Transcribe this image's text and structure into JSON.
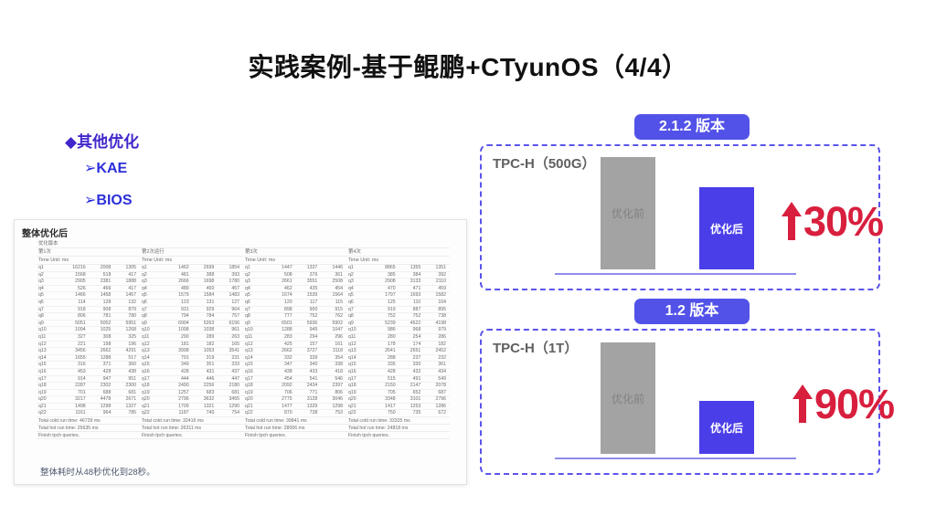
{
  "slide": {
    "title": "实践案例-基于鲲鹏+CTyunOS（4/4）",
    "bullets": {
      "heading": "◆其他优化",
      "items": [
        "➢KAE",
        "➢BIOS"
      ]
    }
  },
  "colors": {
    "accent_heading": "#4226cb",
    "accent_item": "#2b2fd9",
    "badge_bg": "#5352e8",
    "card_border": "#5b54ea",
    "bar_before": "#a3a3a3",
    "bar_after": "#4a3ee8",
    "axis": "#8f8cea",
    "percent_red": "#d81f3e"
  },
  "table": {
    "title": "整体优化后",
    "corner_label": "优化版本",
    "unit_label": "Time Unit: ms",
    "note": "整体耗时从48秒优化到28秒。",
    "row_labels": [
      "q1",
      "q2",
      "q3",
      "q4",
      "q5",
      "q6",
      "q7",
      "q8",
      "q9",
      "q10",
      "q11",
      "q12",
      "q13",
      "q14",
      "q15",
      "q16",
      "q17",
      "q18",
      "q19",
      "q20",
      "q21",
      "q22"
    ],
    "groups": [
      {
        "name": "第1次",
        "values": [
          [
            16216,
            2008,
            1305
          ],
          [
            1568,
            518,
            417
          ],
          [
            2905,
            2381,
            1888
          ],
          [
            526,
            466,
            417
          ],
          [
            1466,
            1458,
            1457
          ],
          [
            114,
            128,
            132
          ],
          [
            918,
            908,
            879
          ],
          [
            806,
            781,
            780
          ],
          [
            5051,
            5052,
            5951
          ],
          [
            1094,
            1025,
            1268
          ],
          [
            327,
            308,
            325
          ],
          [
            221,
            198,
            196
          ],
          [
            3456,
            2662,
            4291
          ],
          [
            1655,
            1288,
            517
          ],
          [
            316,
            371,
            360
          ],
          [
            453,
            428,
            438
          ],
          [
            914,
            947,
            951
          ],
          [
            2287,
            2302,
            2300
          ],
          [
            701,
            688,
            681
          ],
          [
            3217,
            4478,
            2671
          ],
          [
            1498,
            1298,
            1327
          ],
          [
            1161,
            964,
            785
          ]
        ],
        "totals": [
          "Total cold run time: 46729 ms",
          "Total hot run time: 25635 ms",
          "Finish tpch queries."
        ]
      },
      {
        "name": "第2次运行",
        "values": [
          [
            1462,
            2699,
            1854
          ],
          [
            481,
            388,
            393
          ],
          [
            2666,
            1698,
            1780
          ],
          [
            489,
            460,
            457
          ],
          [
            1579,
            1584,
            1483
          ],
          [
            123,
            131,
            127
          ],
          [
            931,
            929,
            964
          ],
          [
            794,
            784,
            757
          ],
          [
            6904,
            5263,
            6156
          ],
          [
            1098,
            1038,
            961
          ],
          [
            290,
            289,
            263
          ],
          [
            181,
            182,
            165
          ],
          [
            3998,
            1053,
            3541
          ],
          [
            791,
            319,
            231
          ],
          [
            349,
            351,
            333
          ],
          [
            428,
            431,
            437
          ],
          [
            444,
            446,
            447
          ],
          [
            2490,
            2256,
            2180
          ],
          [
            1257,
            683,
            681
          ],
          [
            2796,
            3632,
            3455
          ],
          [
            1709,
            1321,
            1290
          ],
          [
            1187,
            740,
            754
          ]
        ],
        "totals": [
          "Total cold run time: 32416 ms",
          "Total hot run time: 26311 ms",
          "Finish tpch queries."
        ]
      },
      {
        "name": "第3次",
        "values": [
          [
            1447,
            1337,
            1446
          ],
          [
            508,
            376,
            361
          ],
          [
            2661,
            3551,
            2508
          ],
          [
            462,
            435,
            454
          ],
          [
            1674,
            1539,
            1564
          ],
          [
            120,
            117,
            115
          ],
          [
            898,
            900,
            915
          ],
          [
            777,
            752,
            762
          ],
          [
            6501,
            5936,
            5902
          ],
          [
            1288,
            945,
            1047
          ],
          [
            283,
            294,
            296
          ],
          [
            425,
            157,
            161
          ],
          [
            2662,
            3727,
            3118
          ],
          [
            332,
            339,
            354
          ],
          [
            347,
            340,
            338
          ],
          [
            438,
            433,
            418
          ],
          [
            454,
            541,
            546
          ],
          [
            2092,
            2434,
            2397
          ],
          [
            706,
            771,
            806
          ],
          [
            2775,
            3128,
            3046
          ],
          [
            1477,
            1329,
            1298
          ],
          [
            870,
            738,
            753
          ]
        ],
        "totals": [
          "Total cold run time: 39841 ms",
          "Total hot run time: 28006 ms",
          "Finish tpch queries."
        ]
      },
      {
        "name": "第4次",
        "values": [
          [
            8865,
            1355,
            1351
          ],
          [
            385,
            384,
            392
          ],
          [
            2908,
            3133,
            2110
          ],
          [
            470,
            471,
            459
          ],
          [
            1797,
            1693,
            1582
          ],
          [
            125,
            110,
            104
          ],
          [
            919,
            887,
            895
          ],
          [
            752,
            752,
            738
          ],
          [
            5239,
            4522,
            4198
          ],
          [
            986,
            968,
            979
          ],
          [
            280,
            254,
            286
          ],
          [
            178,
            174,
            182
          ],
          [
            2641,
            2651,
            2452
          ],
          [
            288,
            237,
            232
          ],
          [
            335,
            330,
            361
          ],
          [
            428,
            432,
            434
          ],
          [
            515,
            491,
            549
          ],
          [
            2150,
            2147,
            2078
          ],
          [
            705,
            652,
            687
          ],
          [
            3348,
            3101,
            2796
          ],
          [
            1417,
            1253,
            1286
          ],
          [
            750,
            735,
            672
          ]
        ],
        "totals": [
          "Total cold run time: 33325 ms",
          "Total hot run time: 24818 ms",
          "Finish tpch queries."
        ]
      }
    ]
  },
  "chart_data": [
    {
      "type": "bar",
      "title": "TPC-H（500G）",
      "version_badge": "2.1.2 版本",
      "categories": [
        "优化前",
        "优化后"
      ],
      "values": [
        123,
        90
      ],
      "value_unit": "relative bar height (px)",
      "annotation": "↑30%",
      "percent_label": "30%",
      "legend_position": "none",
      "grid": false
    },
    {
      "type": "bar",
      "title": "TPC-H（1T）",
      "version_badge": "1.2 版本",
      "categories": [
        "优化前",
        "优化后"
      ],
      "values": [
        122,
        58
      ],
      "value_unit": "relative bar height (px)",
      "annotation": "↑90%",
      "percent_label": "90%",
      "legend_position": "none",
      "grid": false
    }
  ]
}
